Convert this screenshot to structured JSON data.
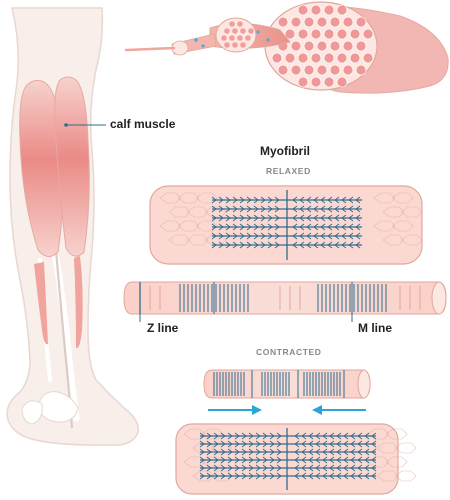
{
  "labels": {
    "calf_muscle": "calf muscle",
    "myofibril": "Myofibril",
    "relaxed": "RELAXED",
    "contracted": "CONTRACTED",
    "z_line": "Z line",
    "m_line": "M line"
  },
  "colors": {
    "skin_fill": "#f8efea",
    "skin_stroke": "#e9d7cf",
    "muscle": "#f3b7b3",
    "muscle_deep": "#e9807f",
    "fibre_pink": "#fbd9d2",
    "fibre_stroke": "#e2a79c",
    "filament_blue": "#2f6b8c",
    "arrow_blue": "#2ba4d6",
    "text": "#222222",
    "caption": "#888888"
  },
  "icons": {
    "contraction_left": "arrow-right-icon",
    "contraction_right": "arrow-left-icon"
  }
}
